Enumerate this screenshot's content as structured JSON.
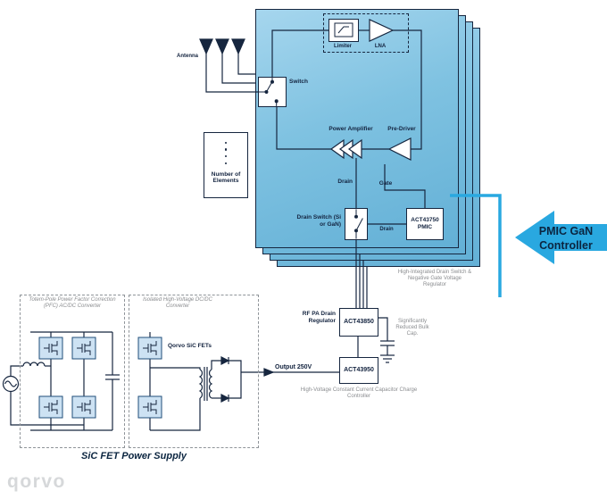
{
  "panel": {
    "limiter_label": "Limiter",
    "lna_label": "LNA",
    "switch_label": "Switch",
    "power_amplifier_label": "Power Amplifier",
    "pre_driver_label": "Pre-Driver",
    "drain_label": "Drain",
    "gate_label": "Gate",
    "drain_switch_label": "Drain Switch (Si or GaN)",
    "drain_mid_label": "Drain",
    "pmic_part": "ACT43750 PMIC",
    "caption": "High-Integrated Drain Switch & Negative Gate Voltage Regulator"
  },
  "antenna_label": "Antenna",
  "elements_label": "Number of Elements",
  "callout": {
    "label": "PMIC GaN Controller"
  },
  "regulator": {
    "part": "ACT43850",
    "label": "RF PA Drain Regulator",
    "cap_note": "Significantly Reduced Bulk Cap."
  },
  "charger": {
    "part": "ACT43950",
    "caption": "High-Voltage Constant Current Capacitor Charge Controller",
    "output_label": "Output 250V"
  },
  "power_supply": {
    "pfc_title": "Totem-Pole Power Factor Correction (PFC) AC/DC Converter",
    "dcdc_title": "Isolated High-Voltage DC/DC Converter",
    "fets_label": "Qorvo SiC FETs",
    "title": "SiC FET Power Supply"
  },
  "logo_text": "qorvo",
  "colors": {
    "accent_blue": "#29a8e0",
    "panel_blue": "#7ec3e2",
    "ink": "#13233f",
    "muted": "#8a8c8f"
  }
}
